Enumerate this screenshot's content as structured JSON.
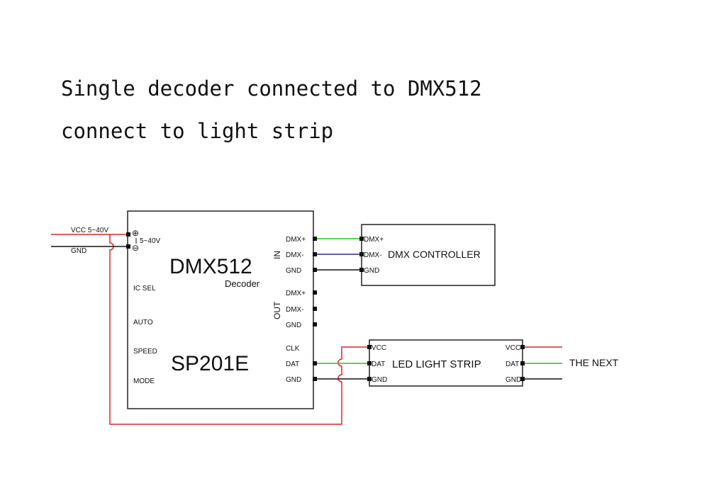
{
  "header": {
    "line1": "Single decoder connected to DMX512",
    "line2": "connect to light strip"
  },
  "decoder": {
    "name": "DMX512",
    "subtitle": "Decoder",
    "model": "SP201E",
    "power_plus": "⊕",
    "power_minus": "⊖",
    "power_range": "5~40V",
    "modes": [
      "IC SEL",
      "AUTO",
      "SPEED",
      "MODE"
    ],
    "in_label": "IN",
    "out_label": "OUT",
    "in_pins": [
      "DMX+",
      "DMX-",
      "GND"
    ],
    "out_pins": [
      "DMX+",
      "DMX-",
      "GND"
    ],
    "strip_pins": [
      "CLK",
      "DAT",
      "GND"
    ]
  },
  "power_input": {
    "vcc_label": "VCC 5~40V",
    "gnd_label": "GND"
  },
  "controller": {
    "name": "DMX CONTROLLER",
    "pins": [
      "DMX+",
      "DMX-",
      "GND"
    ]
  },
  "strip": {
    "name": "LED LIGHT STRIP",
    "in_pins": [
      "VCC",
      "DAT",
      "GND"
    ],
    "out_pins": [
      "VCC",
      "DAT",
      "GND"
    ],
    "next_label": "THE NEXT"
  },
  "colors": {
    "vcc_wire": "#d9262e",
    "signal_wire": "#22c422",
    "dmx_minus_wire": "#2a2a8a",
    "gnd_wire": "#111111"
  }
}
